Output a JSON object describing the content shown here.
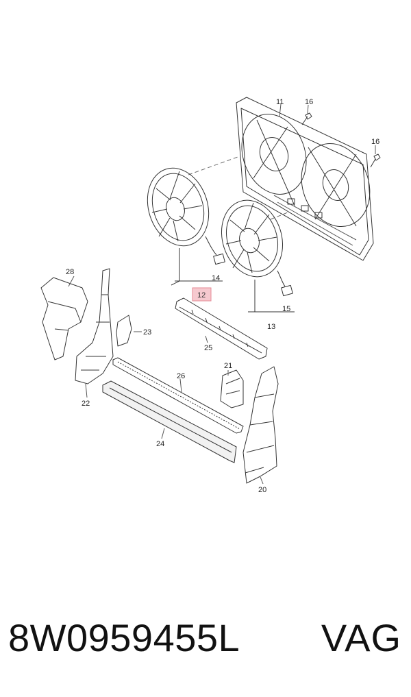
{
  "diagram": {
    "callouts": {
      "c11": "11",
      "c16a": "16",
      "c16b": "16",
      "c14": "14",
      "c12": "12",
      "c15": "15",
      "c13": "13",
      "c28": "28",
      "c23": "23",
      "c25": "25",
      "c26": "26",
      "c21": "21",
      "c22": "22",
      "c24": "24",
      "c20": "20"
    },
    "highlight_color": "#f6c9cf",
    "highlight_border": "#e58a96"
  },
  "caption": {
    "part_number": "8W0959455L",
    "brand": "VAG"
  }
}
